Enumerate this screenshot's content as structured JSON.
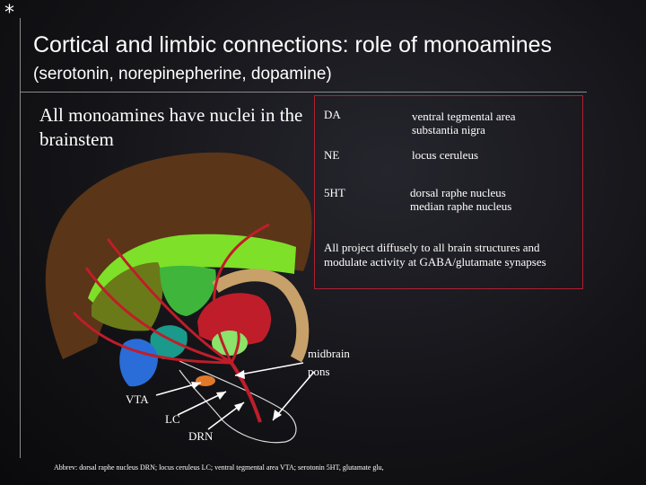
{
  "slide": {
    "bullet": "*",
    "title_main": "Cortical and limbic connections: role of monoamines",
    "title_sub": "(serotonin, norepinepherine, dopamine)",
    "left_text": "All monoamines have nuclei in the brainstem",
    "table": [
      {
        "abbr": "DA",
        "nuclei": [
          "ventral tegmental area",
          "substantia nigra"
        ]
      },
      {
        "abbr": "NE",
        "nuclei": [
          "locus ceruleus"
        ]
      },
      {
        "abbr": "5HT",
        "nuclei": [
          "dorsal raphe nucleus",
          "median raphe nucleus"
        ]
      }
    ],
    "box_note": "All project diffusely to all brain structures and modulate activity at GABA/glutamate synapses",
    "diagram_labels": {
      "midbrain": "midbrain",
      "pons": "pons",
      "vta": "VTA",
      "lc": "LC",
      "drn": "DRN"
    },
    "footnote": "Abbrev: dorsal raphe nucleus DRN; locus ceruleus LC; ventral tegmental area VTA; serotonin 5HT, glutamate glu,"
  },
  "colors": {
    "box_border": "#b02030",
    "arrow": "#ffffff",
    "projection": "#c01d2a"
  }
}
